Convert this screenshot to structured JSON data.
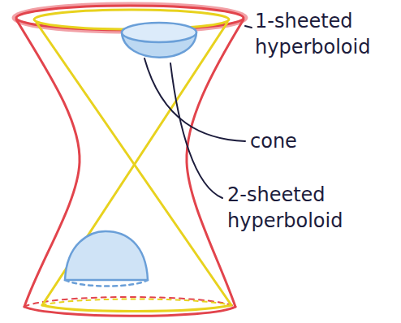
{
  "diagram": {
    "labels": [
      "1-sheeted hyperboloid",
      "cone",
      "2-sheeted hyperboloid"
    ]
  }
}
